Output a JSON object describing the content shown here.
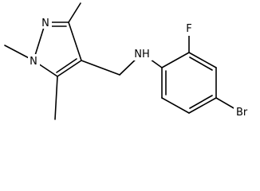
{
  "molecule": {
    "atoms": {
      "n_ring2": "N",
      "n_ring1": "N",
      "nh": "NH",
      "f": "F",
      "br": "Br"
    }
  }
}
